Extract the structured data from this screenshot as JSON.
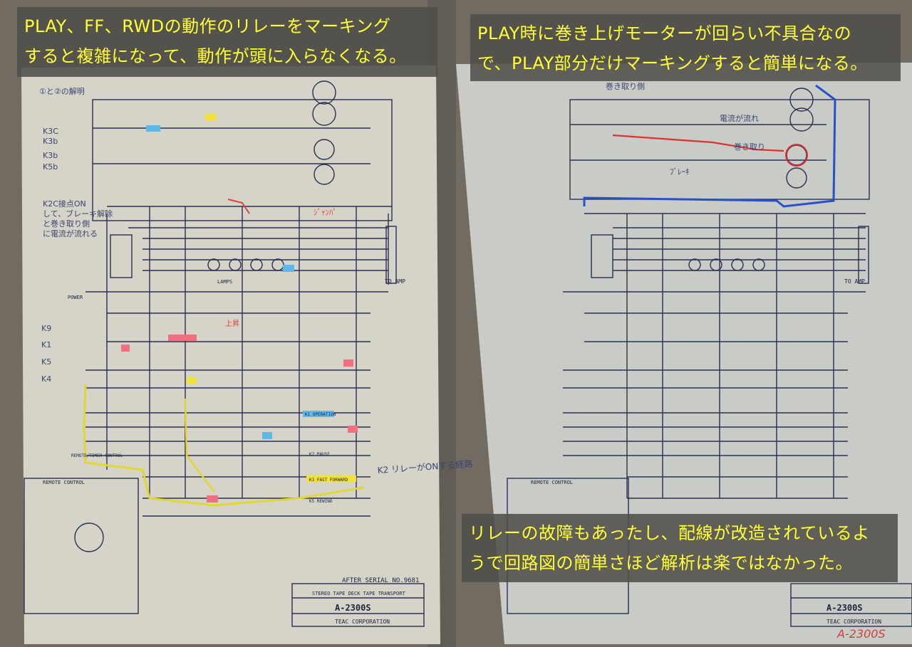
{
  "captions": {
    "left": {
      "line1": "PLAY、FF、RWDの動作のリレーをマーキング",
      "line2": "すると複雑になって、動作が頭に入らなくなる。"
    },
    "right": {
      "line1": "PLAY時に巻き上げモーターが回らい不具合なの",
      "line2": "で、PLAY部分だけマーキングすると簡単になる。"
    },
    "bottom": {
      "line1": "リレーの故障もあったし、配線が改造されているよ",
      "line2": "うで回路図の簡単さほど解析は楽ではなかった。"
    }
  },
  "left_sheet": {
    "title_block_model": "A-2300S",
    "title_block_name": "STEREO TAPE DECK TAPE TRANSPORT",
    "company": "TEAC CORPORATION",
    "serial_note": "AFTER SERIAL NO.9681",
    "to_amp": "TO AMP",
    "power_label": "POWER",
    "lamps_label": "LAMPS",
    "remote_label": "REMOTE CONTROL",
    "remote_timer": "REMOTE/TIMER CONTROL",
    "fast_forward": "K3 FAST FORWARD",
    "rewind": "K5 REWIND",
    "operation": "K1 OPERATION",
    "pause": "K2 PAUSE",
    "handwriting_k2": "K2 リレーがONする経路"
  },
  "right_sheet": {
    "title_block_model": "A-2300S",
    "company": "TEAC CORPORATION",
    "handwritten_model": "A-2300S",
    "to_amp": "TO AMP",
    "remote_label": "REMOTE CONTROL"
  },
  "colors": {
    "caption_text": "#ffff33",
    "caption_bg": "#504e4a",
    "schematic_ink": "#1d2440",
    "blue_marker": "#2850c8",
    "red_marker": "#e03030",
    "yellow_marker": "#e8e030"
  }
}
